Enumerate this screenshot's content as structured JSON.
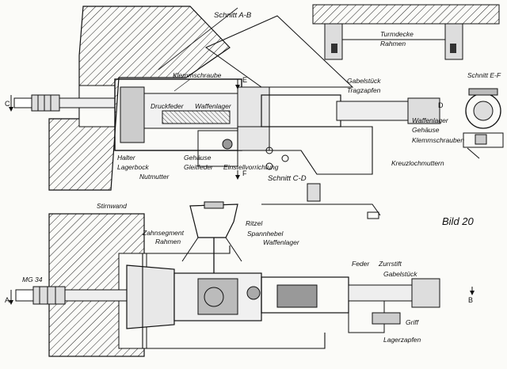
{
  "figure": {
    "title": "Bild 20",
    "sections": {
      "ab": "Schnitt A-B",
      "cd": "Schnitt C-D",
      "ef": "Schnitt E-F"
    },
    "section_marks": {
      "a": "A",
      "b": "B",
      "c": "C",
      "d": "D",
      "e": "E",
      "f": "F"
    },
    "labels_top": {
      "klemmschraube": "Klemmschraube",
      "druckfeder": "Druckfeder",
      "waffenlager": "Waffenlager",
      "halter": "Halter",
      "lagerbock": "Lagerbock",
      "nutmutter": "Nutmutter",
      "gehaeuse": "Gehäuse",
      "gleitfeder": "Gleitfeder",
      "einstellvorrichtung": "Einstellvorrichtung",
      "gabelstueck": "Gabelstück",
      "tragzapfen": "Tragzapfen"
    },
    "labels_turret": {
      "turmdecke": "Turmdecke",
      "rahmen": "Rahmen"
    },
    "labels_ef": {
      "waffenlager": "Waffenlager",
      "gehaeuse": "Gehäuse",
      "klemmschrauben": "Klemmschrauben",
      "kreuzlochmuttern": "Kreuzlochmuttern"
    },
    "labels_bottom": {
      "stirnwand": "Stirnwand",
      "zahnsegment": "Zahnsegment",
      "rahmen": "Rahmen",
      "ritzel": "Ritzel",
      "spannhebel": "Spannhebel",
      "waffenlager": "Waffenlager",
      "mg34": "MG 34",
      "feder": "Feder",
      "zurrstift": "Zurrstift",
      "gabelstueck": "Gabelstück",
      "griff": "Griff",
      "lagerzapfen": "Lagerzapfen"
    }
  }
}
